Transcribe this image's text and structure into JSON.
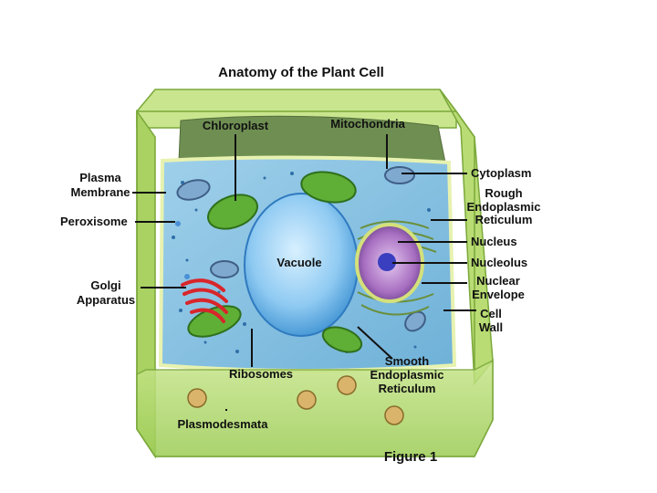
{
  "title": "Anatomy of the Plant Cell",
  "figure_caption": "Figure 1",
  "labels": {
    "chloroplast": "Chloroplast",
    "mitochondria": "Mitochondria",
    "plasma_membrane_1": "Plasma",
    "plasma_membrane_2": "Membrane",
    "peroxisome": "Peroxisome",
    "golgi_1": "Golgi",
    "golgi_2": "Apparatus",
    "ribosomes": "Ribosomes",
    "plasmodesmata": "Plasmodesmata",
    "vacuole": "Vacuole",
    "cytoplasm": "Cytoplasm",
    "rough_er_1": "Rough",
    "rough_er_2": "Endoplasmic",
    "rough_er_3": "Reticulum",
    "nucleus": "Nucleus",
    "nucleolus": "Nucleolus",
    "nuclear_env_1": "Nuclear",
    "nuclear_env_2": "Envelope",
    "cell_wall_1": "Cell",
    "cell_wall_2": "Wall",
    "smooth_er_1": "Smooth",
    "smooth_er_2": "Endoplasmic",
    "smooth_er_3": "Reticulum"
  },
  "colors": {
    "cell_wall": "#b5d96a",
    "cell_wall_dark": "#8fbf45",
    "cytoplasm": "#8ec5e6",
    "vacuole": "#7fc0ef",
    "chloroplast": "#5fae35",
    "golgi": "#d8262b",
    "nucleus": "#a86fc1",
    "nucleolus": "#3a3fbf"
  }
}
